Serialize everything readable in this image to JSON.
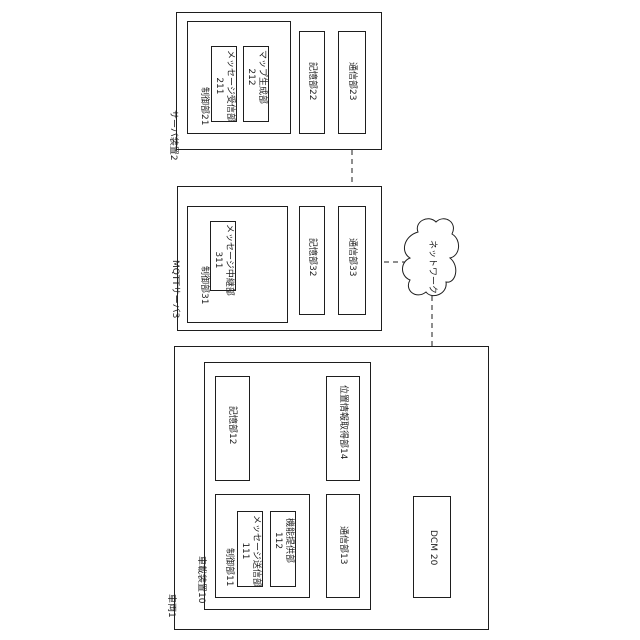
{
  "server_device": {
    "label": "サーバ装置2",
    "control": {
      "label": "制御部21",
      "receiver": {
        "name": "メッセージ受信部",
        "number": "211"
      },
      "map_generator": {
        "name": "マップ生成部",
        "number": "212"
      }
    },
    "storage": {
      "label": "記憶部22"
    },
    "communication": {
      "label": "通信部23"
    }
  },
  "mqtt_server": {
    "label": "MQTTサーバ3",
    "control": {
      "label": "制御部31",
      "relay": {
        "name": "メッセージ中継部",
        "number": "311"
      }
    },
    "storage": {
      "label": "記憶部32"
    },
    "communication": {
      "label": "通信部33"
    }
  },
  "network": {
    "label": "ネットワーク"
  },
  "vehicle": {
    "label": "車両1",
    "onboard_device": {
      "label": "車載装置10",
      "control": {
        "label": "制御部11",
        "sender": {
          "name": "メッセージ送信部",
          "number": "111"
        },
        "function_provider": {
          "name": "機能提供部",
          "number": "112"
        }
      },
      "storage": {
        "label": "記憶部12"
      },
      "communication": {
        "label": "通信部13"
      },
      "position": {
        "label": "位置情報取得部14"
      }
    },
    "dcm": {
      "label": "DCM 20"
    }
  }
}
